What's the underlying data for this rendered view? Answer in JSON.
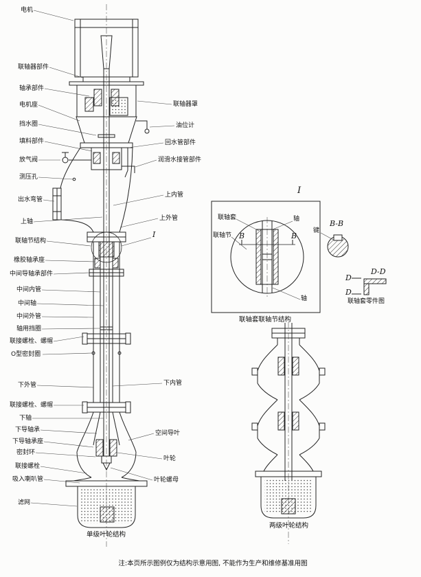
{
  "labels_left": {
    "motor": "电机",
    "coupling_assembly": "联轴器部件",
    "bearing_assembly": "轴承部件",
    "motor_stand": "电机座",
    "water_slinger": "挡水圈",
    "packing_assembly": "填料部件",
    "air_valve": "放气阀",
    "pressure_tap": "测压孔",
    "outlet_elbow": "出水弯管",
    "upper_shaft": "上轴",
    "coupling_structure": "联轴节结构",
    "rubber_bearing_seat": "橡胶轴承座",
    "mid_guide_bearing": "中间导轴承部件",
    "mid_inner_tube": "中间内管",
    "mid_shaft": "中间轴",
    "mid_outer_tube": "中间外管",
    "retaining_ring": "轴用挡圈",
    "bolts_nuts_upper": "联接螺栓、螺帽",
    "o_ring": "O型密封圈",
    "lower_outer_tube": "下外管",
    "bolts_nuts_lower": "联接螺栓、螺帽",
    "lower_shaft": "下轴",
    "lower_guide_bearing": "下导轴承",
    "lower_guide_bearing_seat": "下导轴承座",
    "seal_ring": "密封环",
    "connect_bolts": "联接螺栓",
    "suction_bell": "吸入喇叭管",
    "strainer": "滤网"
  },
  "labels_right": {
    "coupling_guard": "联轴器罩",
    "oil_gauge": "油位计",
    "return_pipe": "回水管部件",
    "lube_pipe": "润滑水接管部件",
    "upper_inner_tube": "上内管",
    "upper_outer_tube": "上外管",
    "section_I": "I",
    "lower_inner_tube": "下内管",
    "space_guide_vane": "空间导叶",
    "impeller": "叶轮",
    "impeller_nut": "叶轮螺母"
  },
  "detail": {
    "mark_I": "I",
    "coupling_sleeve": "联轴套",
    "coupling_joint": "联轴节",
    "shaft_upper": "轴",
    "shaft_lower": "轴",
    "key": "键",
    "b_left": "B",
    "b_right": "B",
    "section_bb": "B-B",
    "section_dd": "D-D",
    "d_upper": "D",
    "d_lower": "D",
    "sleeve_part_label": "联轴套零件图",
    "caption": "联轴套联轴节结构"
  },
  "captions": {
    "single_stage": "单级叶轮结构",
    "two_stage": "两级叶轮结构"
  },
  "note": "注:本页所示图例仅为结构示意用图, 不能作为生产和维修基准用图",
  "colors": {
    "line": "#222222",
    "text": "#151515",
    "background": "#fcfcfb"
  }
}
